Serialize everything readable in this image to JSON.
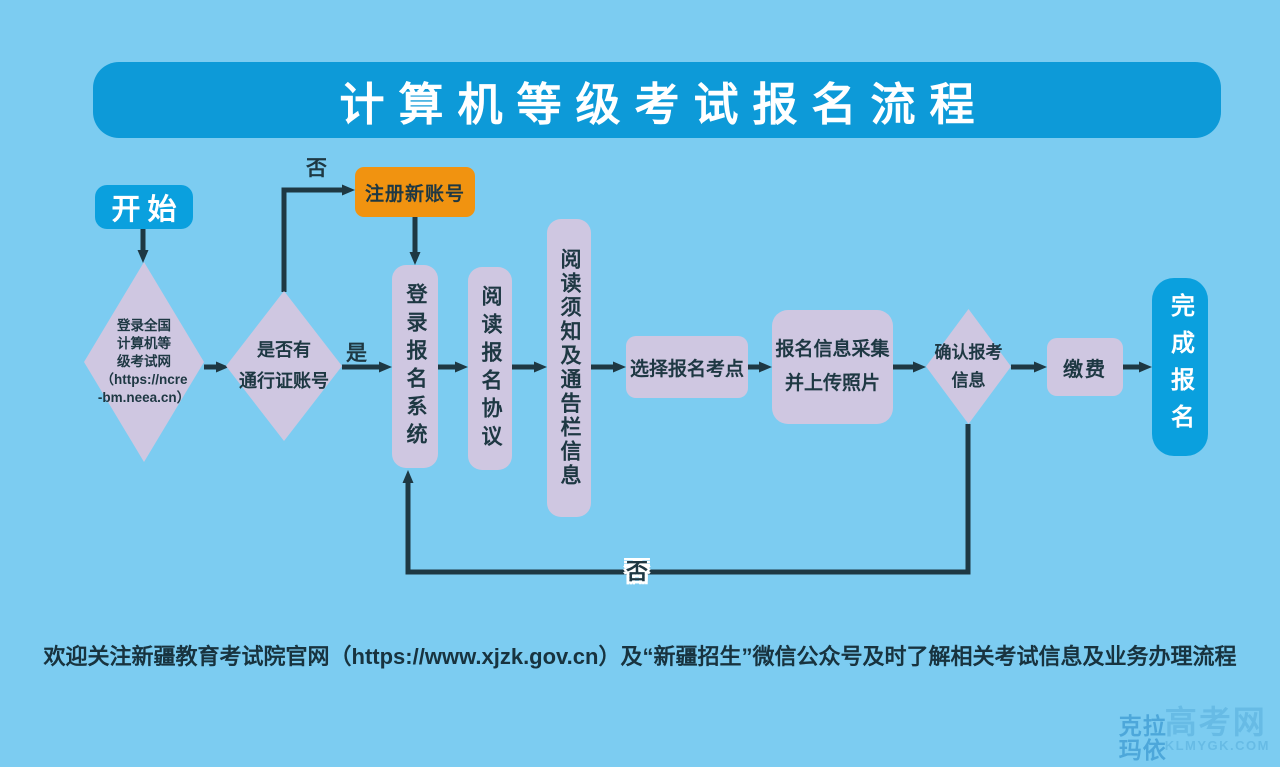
{
  "page": {
    "title": "计算机等级考试报名流程"
  },
  "flowchart": {
    "nodes": {
      "start": "开始",
      "login_site": "登录全国\n计算机等\n级考试网\n（https://ncre\n-bm.neea.cn）",
      "has_account": "是否有\n通行证账号",
      "register": "注册新账号",
      "login_system": "登录报名系统",
      "read_agreement": "阅读报名协议",
      "read_notice": "阅读须知及通告栏信息",
      "select_site": "选择报名考点",
      "collect_info": "报名信息采集\n并上传照片",
      "confirm_info": "确认报考\n信息",
      "pay": "缴费",
      "finish": "完成报名"
    },
    "edge_labels": {
      "no_to_register": "否",
      "yes_to_login": "是",
      "no_to_login_system": "否"
    }
  },
  "footer": {
    "text": "欢迎关注新疆教育考试院官网（https://www.xjzk.gov.cn）及“新疆招生”微信公众号及时了解相关考试信息及业务办理流程"
  },
  "watermark": {
    "name_top": "克拉",
    "name_bottom": "玛依",
    "site": "高考网",
    "domain": "KLMYGK.COM"
  },
  "colors": {
    "background": "#7cccf1",
    "banner_blue": "#0d9ad8",
    "node_blue": "#0aa0de",
    "accent_orange": "#f19310",
    "node_lavender": "#cfc7e1",
    "ink_dark": "#1e3843"
  }
}
